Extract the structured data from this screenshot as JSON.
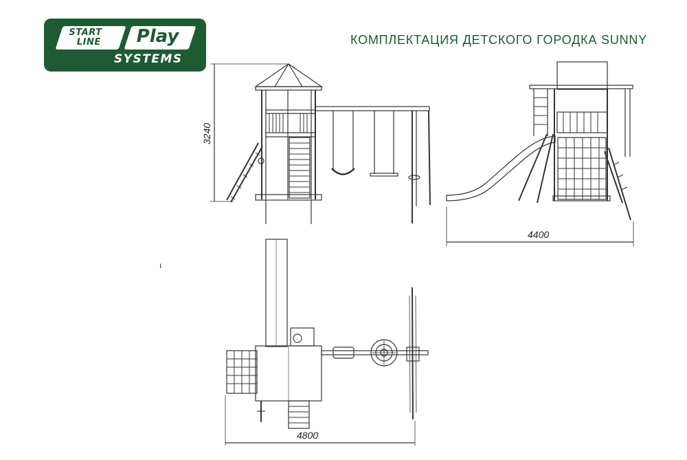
{
  "logo": {
    "line1": "START",
    "line2": "LINE",
    "play": "Play",
    "systems": "SYSTEMS"
  },
  "title": "КОМПЛЕКТАЦИЯ ДЕТСКОГО ГОРОДКА SUNNY",
  "dimensions": {
    "height": "3240",
    "side_width": "4400",
    "top_width": "4800"
  },
  "stray_mark": "ı",
  "colors": {
    "brand_green": "#1e5a32",
    "line": "#333333"
  }
}
